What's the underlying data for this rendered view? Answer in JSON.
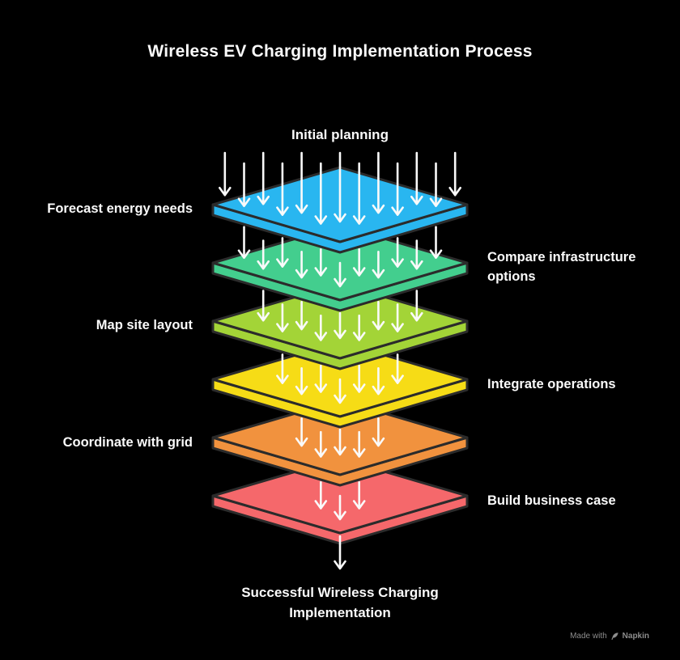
{
  "title": "Wireless EV Charging Implementation Process",
  "flow": {
    "input_label": "Initial planning",
    "output_lines": [
      "Successful Wireless Charging",
      "Implementation"
    ]
  },
  "layers": [
    {
      "label": "Forecast energy needs",
      "side": "left",
      "color": "#29B6F0"
    },
    {
      "label": "Compare infrastructure options",
      "side": "right",
      "color": "#43CE8E"
    },
    {
      "label": "Map site layout",
      "side": "left",
      "color": "#A3D437"
    },
    {
      "label": "Integrate operations",
      "side": "right",
      "color": "#F6DC16"
    },
    {
      "label": "Coordinate with grid",
      "side": "left",
      "color": "#F1923E"
    },
    {
      "label": "Build business case",
      "side": "right",
      "color": "#F5686B"
    }
  ],
  "arrows": {
    "counts_per_gap": [
      13,
      11,
      9,
      7,
      5,
      3
    ],
    "final_count": 1
  },
  "style": {
    "background": "#000000",
    "outline": "#2B2B2B",
    "text_color": "#FAFAFA",
    "arrow_color": "#FAFAFA",
    "watermark_color": "#8D8D8D"
  },
  "watermark": {
    "prefix": "Made with",
    "brand": "Napkin",
    "icon": "feather-icon"
  }
}
